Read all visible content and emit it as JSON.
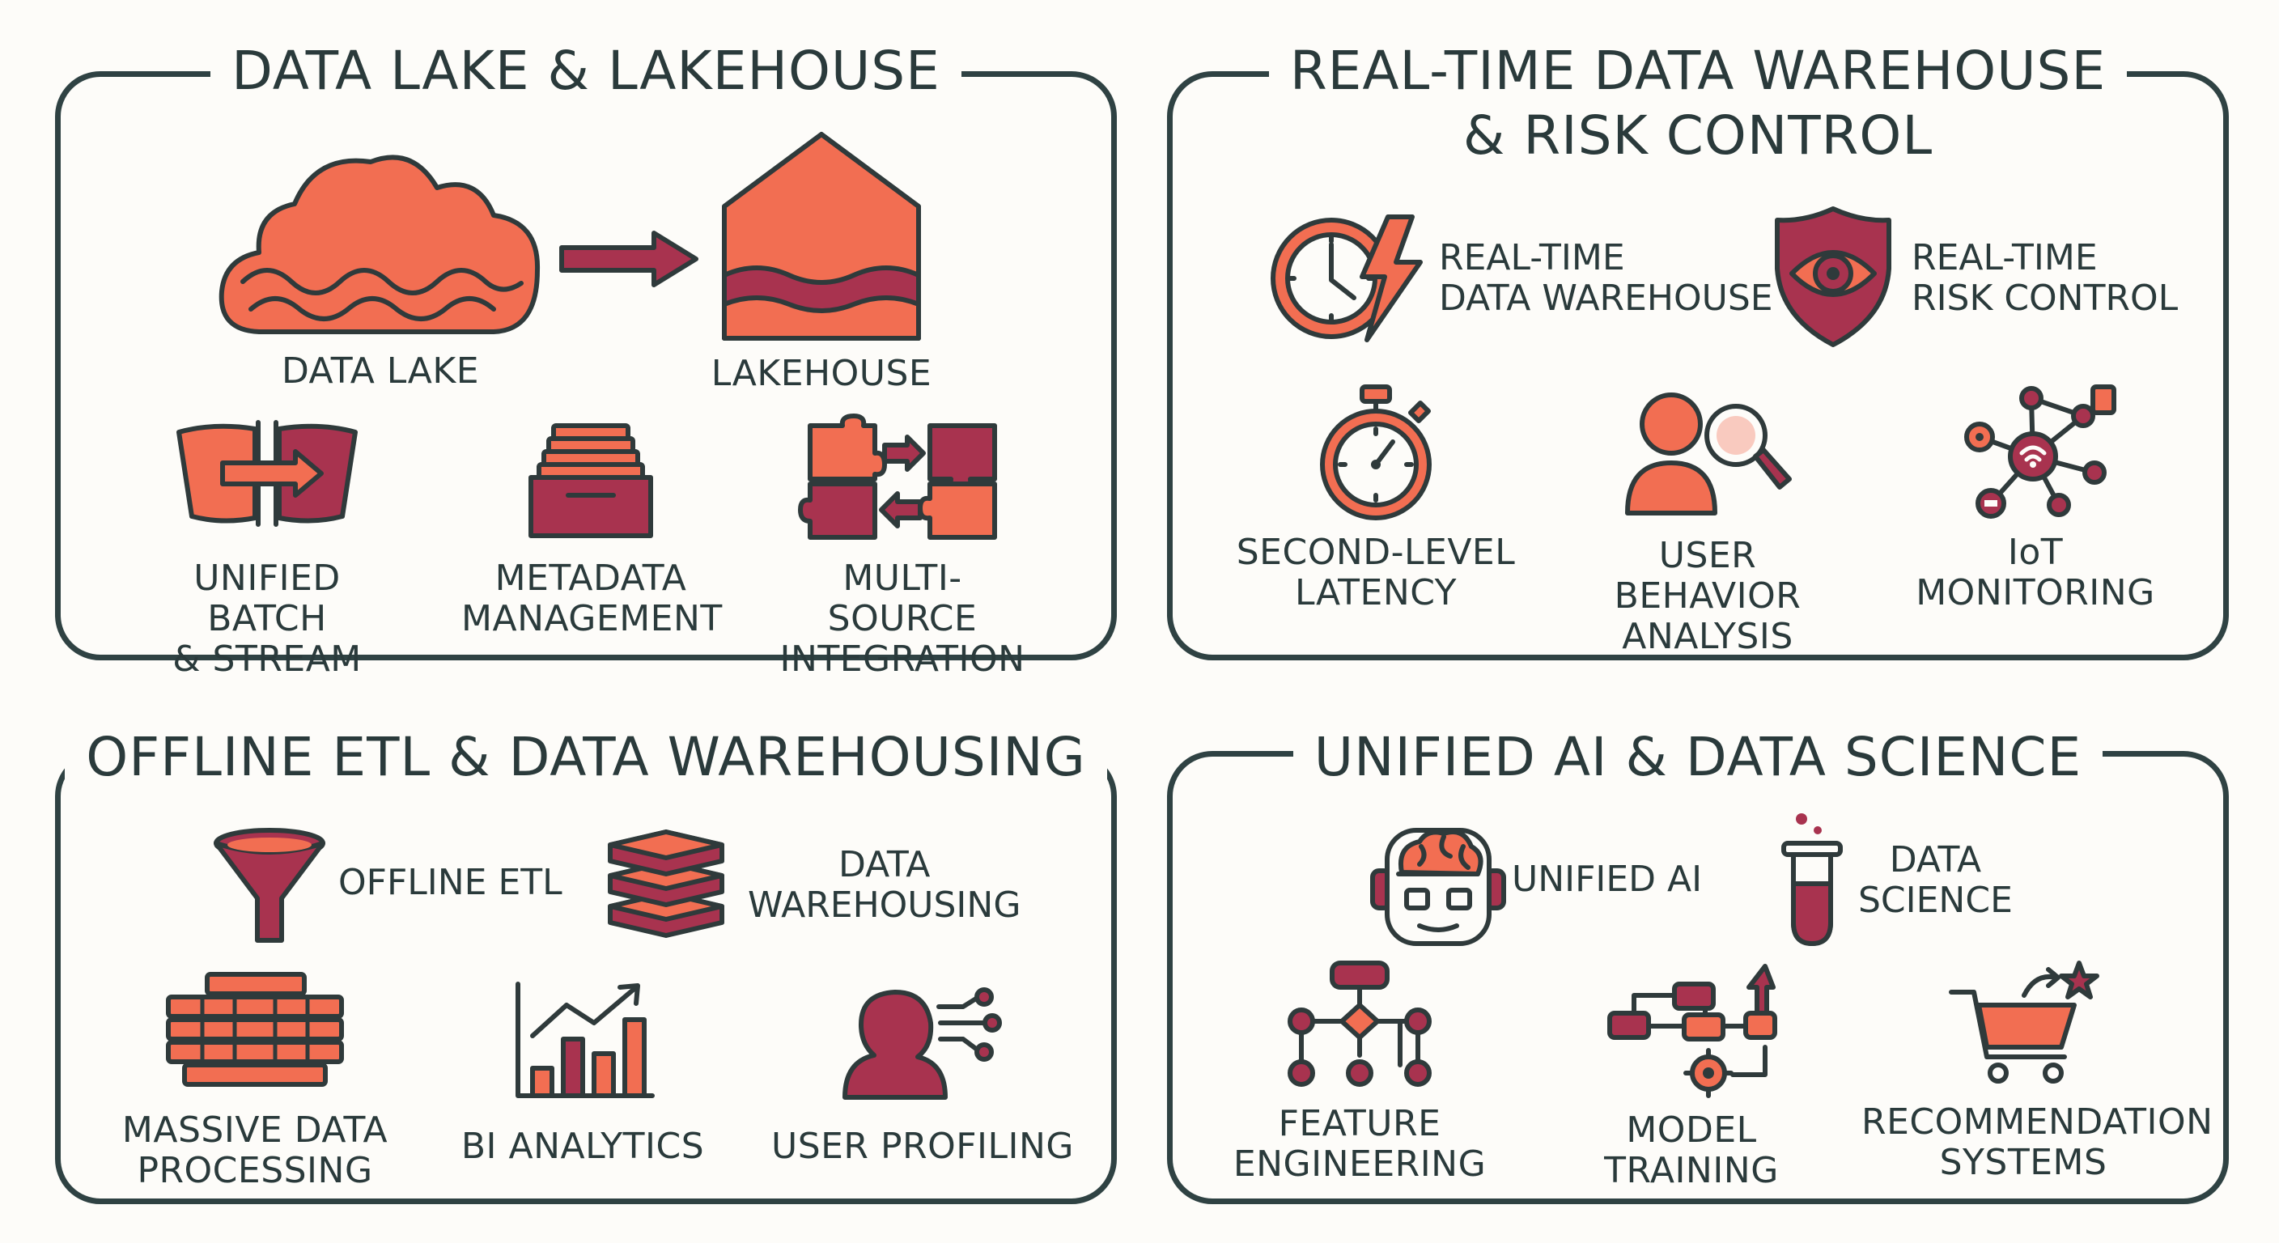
{
  "colors": {
    "coral": "#f26e52",
    "maroon": "#a8334f",
    "outline": "#2f4243",
    "text": "#2a3a3b",
    "background": "#fdfcf9"
  },
  "panels": {
    "lake": {
      "title": "DATA LAKE & LAKEHOUSE",
      "items": [
        {
          "label": "DATA LAKE",
          "icon": "cloud-waves-icon"
        },
        {
          "label": "LAKEHOUSE",
          "icon": "lakehouse-icon"
        },
        {
          "label": "UNIFIED BATCH\n& STREAM",
          "icon": "batch-stream-icon"
        },
        {
          "label": "METADATA\nMANAGEMENT",
          "icon": "file-drawer-icon"
        },
        {
          "label": "MULTI-SOURCE\nINTEGRATION",
          "icon": "puzzle-icon"
        }
      ]
    },
    "realtime": {
      "title_line1": "REAL-TIME DATA WAREHOUSE",
      "title_line2": "& RISK CONTROL",
      "items": [
        {
          "label": "REAL-TIME\nDATA WAREHOUSE",
          "icon": "clock-lightning-icon"
        },
        {
          "label": "REAL-TIME\nRISK CONTROL",
          "icon": "shield-eye-icon"
        },
        {
          "label": "SECOND-LEVEL\nLATENCY",
          "icon": "stopwatch-icon"
        },
        {
          "label": "USER BEHAVIOR\nANALYSIS",
          "icon": "user-search-icon"
        },
        {
          "label": "IoT\nMONITORING",
          "icon": "iot-network-icon"
        }
      ]
    },
    "offline": {
      "title": "OFFLINE ETL & DATA WAREHOUSING",
      "items": [
        {
          "label": "OFFLINE ETL",
          "icon": "funnel-icon"
        },
        {
          "label": "DATA\nWAREHOUSING",
          "icon": "layer-stack-icon"
        },
        {
          "label": "MASSIVE DATA\nPROCESSING",
          "icon": "server-rack-icon"
        },
        {
          "label": "BI ANALYTICS",
          "icon": "bar-chart-icon"
        },
        {
          "label": "USER PROFILING",
          "icon": "user-profile-icon"
        }
      ]
    },
    "ai": {
      "title": "UNIFIED AI & DATA SCIENCE",
      "items": [
        {
          "label": "UNIFIED AI",
          "icon": "robot-brain-icon"
        },
        {
          "label": "DATA\nSCIENCE",
          "icon": "test-tube-icon"
        },
        {
          "label": "FEATURE\nENGINEERING",
          "icon": "flowchart-icon"
        },
        {
          "label": "MODEL TRAINING",
          "icon": "model-pipeline-icon"
        },
        {
          "label": "RECOMMENDATION\nSYSTEMS",
          "icon": "cart-star-icon"
        }
      ]
    }
  }
}
